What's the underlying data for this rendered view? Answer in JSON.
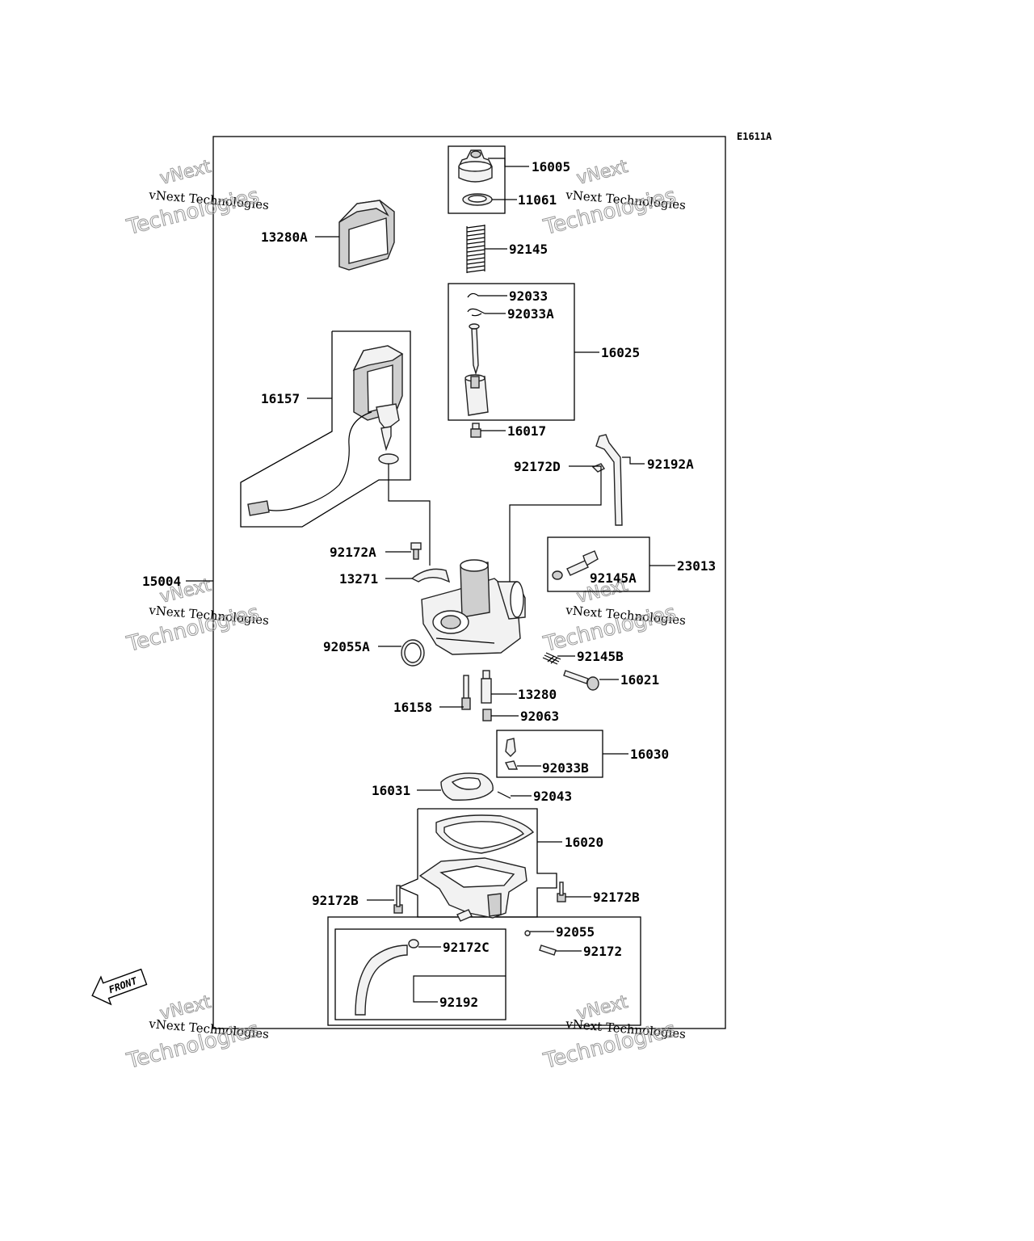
{
  "diagram_code": "E1611A",
  "front_label": "FRONT",
  "watermark": {
    "line1": "vNext Technologies",
    "line2": "Technologies",
    "line3": "vNext"
  },
  "labels": {
    "p16005": "16005",
    "p11061": "11061",
    "p13280A": "13280A",
    "p92145": "92145",
    "p92033": "92033",
    "p92033A": "92033A",
    "p16025": "16025",
    "p16157": "16157",
    "p16017": "16017",
    "p92172D": "92172D",
    "p92192A": "92192A",
    "p23013": "23013",
    "p92172A": "92172A",
    "p15004": "15004",
    "p13271": "13271",
    "p92145A": "92145A",
    "p92055A": "92055A",
    "p92145B": "92145B",
    "p16021": "16021",
    "p13280": "13280",
    "p16158": "16158",
    "p92063": "92063",
    "p16030": "16030",
    "p92033B": "92033B",
    "p16031": "16031",
    "p92043": "92043",
    "p16020": "16020",
    "p92172B_left": "92172B",
    "p92172B_right": "92172B",
    "p92055": "92055",
    "p92172C": "92172C",
    "p92172": "92172",
    "p92192": "92192"
  }
}
